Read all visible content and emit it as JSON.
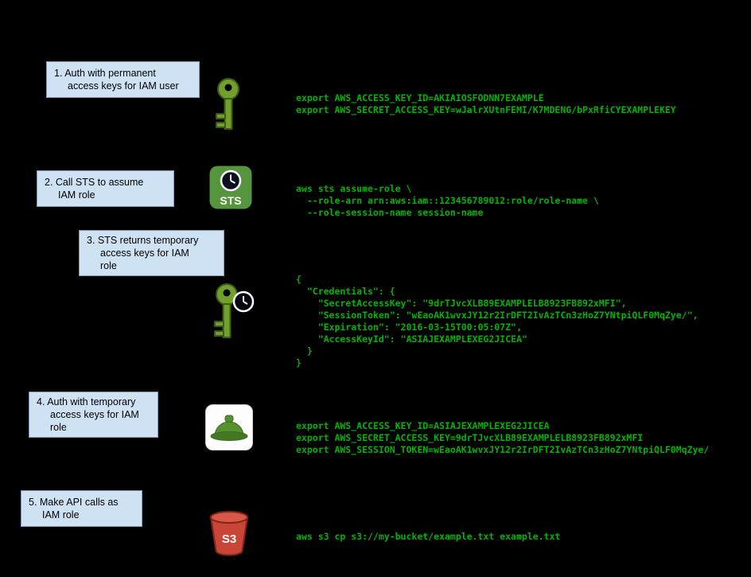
{
  "colors": {
    "background": "#000000",
    "label_box_bg": "#cfe2f4",
    "label_box_border": "#8397ad",
    "code_text": "#00b400",
    "key_green": "#71a02f",
    "sts_green": "#56953d",
    "hat_green": "#55922e",
    "bucket_red": "#c94536"
  },
  "icons": {
    "sts_label": "STS",
    "s3_label": "S3"
  },
  "steps": [
    {
      "label": "1. Auth with permanent\naccess keys for IAM user",
      "icon": "permanent-access-key-icon",
      "code": "export AWS_ACCESS_KEY_ID=AKIAIOSFODNN7EXAMPLE\nexport AWS_SECRET_ACCESS_KEY=wJalrXUtnFEMI/K7MDENG/bPxRfiCYEXAMPLEKEY"
    },
    {
      "label": "2. Call STS to assume\nIAM role",
      "icon": "sts-icon",
      "code": "aws sts assume-role \\\n  --role-arn arn:aws:iam::123456789012:role/role-name \\\n  --role-session-name session-name"
    },
    {
      "label": "3. STS returns temporary\naccess keys for IAM\nrole",
      "icon": "temporary-access-key-icon",
      "code": "{\n  \"Credentials\": {\n    \"SecretAccessKey\": \"9drTJvcXLB89EXAMPLELB8923FB892xMFI\",\n    \"SessionToken\": \"wEaoAK1wvxJY12r2IrDFT2IvAzTCn3zHoZ7YNtpiQLF0MqZye/\",\n    \"Expiration\": \"2016-03-15T00:05:07Z\",\n    \"AccessKeyId\": \"ASIAJEXAMPLEXEG2JICEA\"\n  }\n}"
    },
    {
      "label": "4. Auth with temporary\naccess keys for IAM\nrole",
      "icon": "hard-hat-icon",
      "code": "export AWS_ACCESS_KEY_ID=ASIAJEXAMPLEXEG2JICEA\nexport AWS_SECRET_ACCESS_KEY=9drTJvcXLB89EXAMPLELB8923FB892xMFI\nexport AWS_SESSION_TOKEN=wEaoAK1wvxJY12r2IrDFT2IvAzTCn3zHoZ7YNtpiQLF0MqZye/"
    },
    {
      "label": "5. Make API calls as\nIAM role",
      "icon": "s3-bucket-icon",
      "code": "aws s3 cp s3://my-bucket/example.txt example.txt"
    }
  ]
}
